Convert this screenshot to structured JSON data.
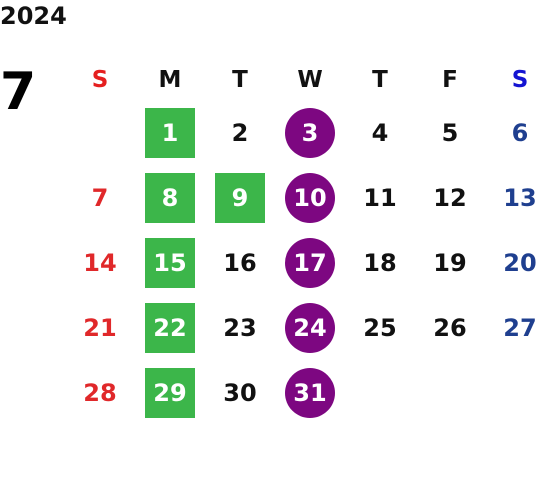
{
  "calendar": {
    "year": "2024",
    "month": "7",
    "weekdays": [
      "S",
      "M",
      "T",
      "W",
      "T",
      "F",
      "S"
    ],
    "weekday_colors": [
      "#e51f1f",
      "#111111",
      "#111111",
      "#111111",
      "#111111",
      "#111111",
      "#1414d2"
    ],
    "day_colors": [
      "#e0282a",
      "#111111",
      "#111111",
      "#111111",
      "#111111",
      "#111111",
      "#1f3f8f"
    ],
    "highlight_colors": {
      "square": "#3cb64a",
      "circle": "#7d0781",
      "text": "#ffffff"
    },
    "weeks": [
      [
        {
          "day": ""
        },
        {
          "day": "1",
          "mark": "square"
        },
        {
          "day": "2"
        },
        {
          "day": "3",
          "mark": "circle"
        },
        {
          "day": "4"
        },
        {
          "day": "5"
        },
        {
          "day": "6"
        }
      ],
      [
        {
          "day": "7"
        },
        {
          "day": "8",
          "mark": "square"
        },
        {
          "day": "9",
          "mark": "square"
        },
        {
          "day": "10",
          "mark": "circle"
        },
        {
          "day": "11"
        },
        {
          "day": "12"
        },
        {
          "day": "13"
        }
      ],
      [
        {
          "day": "14"
        },
        {
          "day": "15",
          "mark": "square"
        },
        {
          "day": "16"
        },
        {
          "day": "17",
          "mark": "circle"
        },
        {
          "day": "18"
        },
        {
          "day": "19"
        },
        {
          "day": "20"
        }
      ],
      [
        {
          "day": "21"
        },
        {
          "day": "22",
          "mark": "square"
        },
        {
          "day": "23"
        },
        {
          "day": "24",
          "mark": "circle"
        },
        {
          "day": "25"
        },
        {
          "day": "26"
        },
        {
          "day": "27"
        }
      ],
      [
        {
          "day": "28"
        },
        {
          "day": "29",
          "mark": "square"
        },
        {
          "day": "30"
        },
        {
          "day": "31",
          "mark": "circle"
        },
        {
          "day": ""
        },
        {
          "day": ""
        },
        {
          "day": ""
        }
      ]
    ]
  }
}
